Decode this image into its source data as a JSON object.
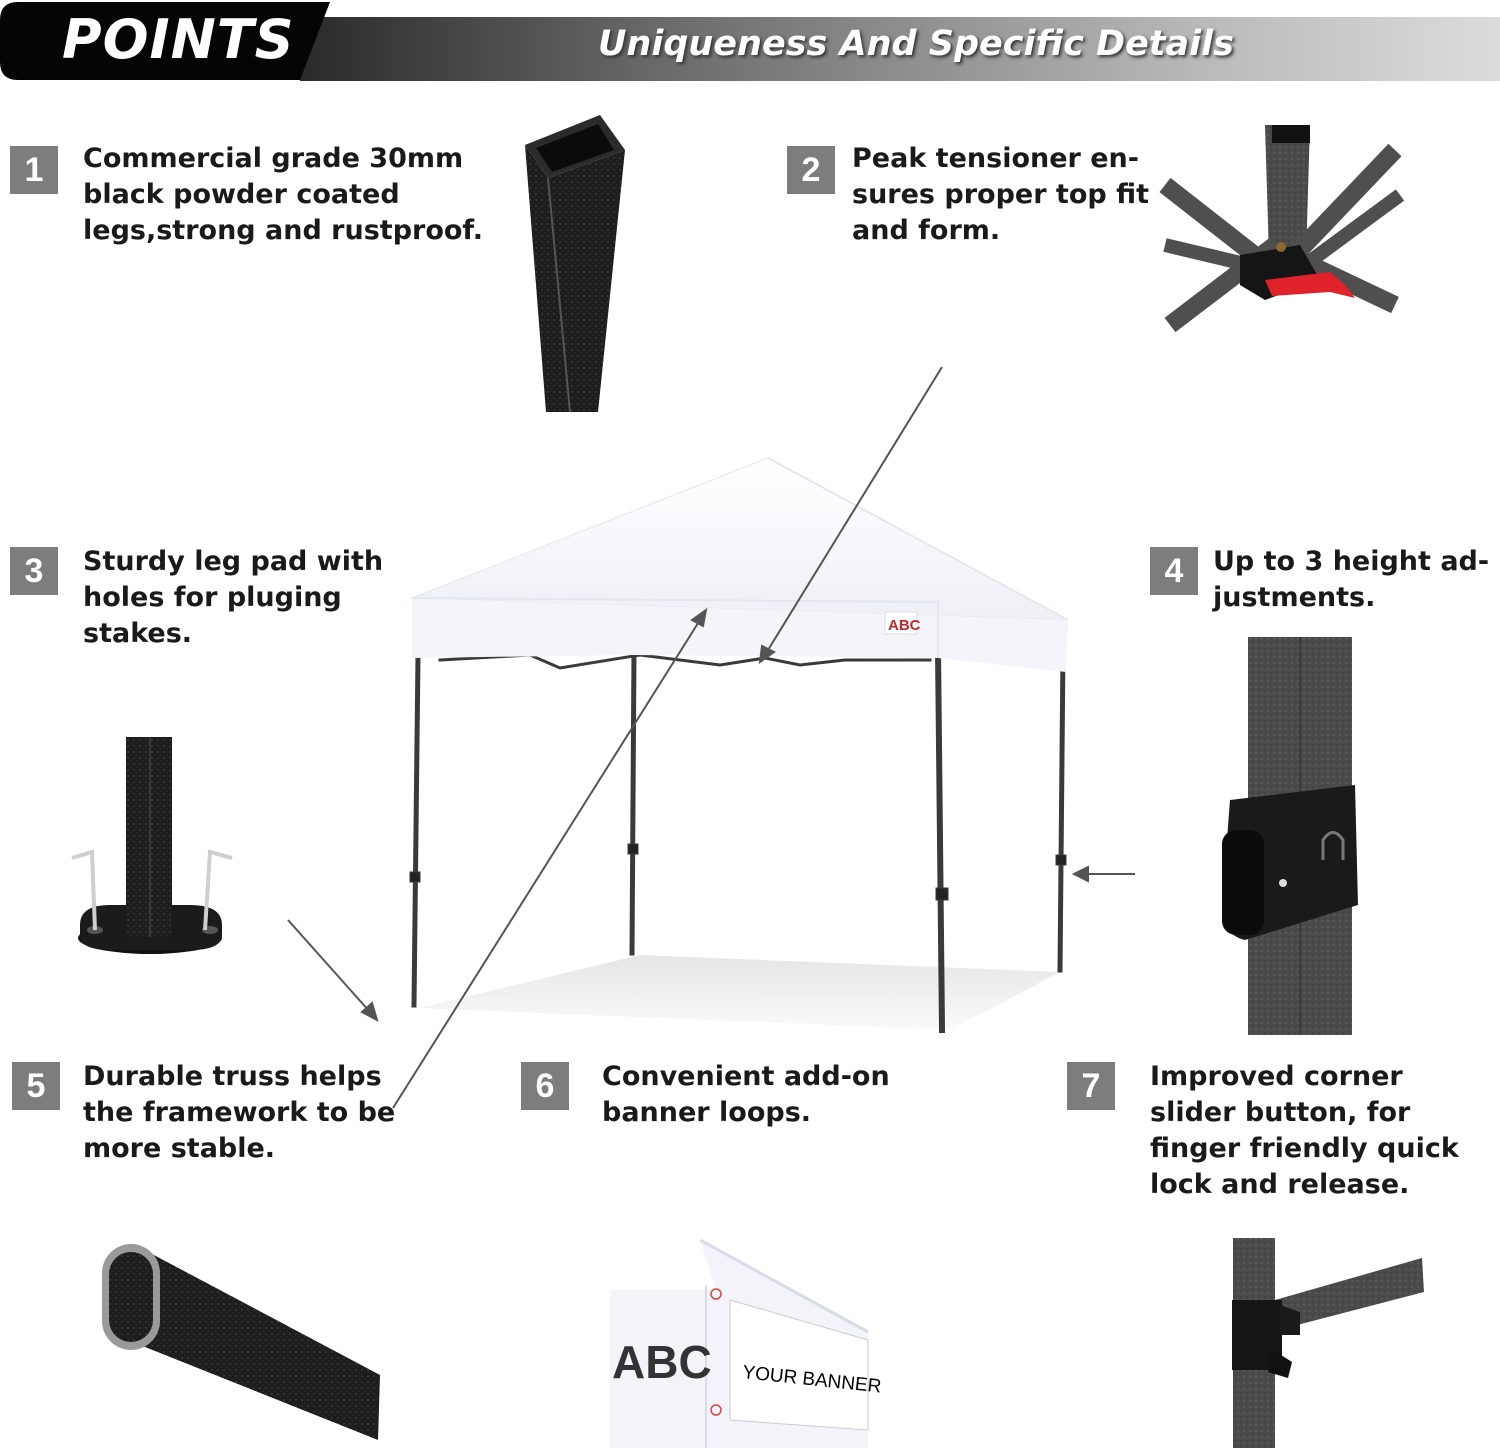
{
  "header": {
    "title": "POINTS",
    "subtitle": "Uniqueness And Specific Details"
  },
  "features": [
    {
      "number": "1",
      "lines": [
        "Commercial grade 30mm",
        "black powder coated",
        "legs,strong and rustproof."
      ]
    },
    {
      "number": "2",
      "lines": [
        "Peak tensioner en-",
        "sures proper top fit",
        "and form."
      ]
    },
    {
      "number": "3",
      "lines": [
        "Sturdy leg pad with",
        "holes for pluging",
        "stakes."
      ]
    },
    {
      "number": "4",
      "lines": [
        "Up to 3 height ad-",
        "justments."
      ]
    },
    {
      "number": "5",
      "lines": [
        "Durable truss helps",
        "the framework to be",
        "more stable."
      ]
    },
    {
      "number": "6",
      "lines": [
        "Convenient add-on",
        "banner loops."
      ]
    },
    {
      "number": "7",
      "lines": [
        "Improved corner",
        "slider button, for",
        "finger friendly quick",
        "lock and release."
      ]
    }
  ],
  "product": {
    "logo_text": "ABC",
    "banner_text": "YOUR BANNER"
  },
  "colors": {
    "canopy": "#f6f7fb",
    "frame": "#3a3a3a",
    "badge": "#7d7d7d",
    "tensioner_lock": "#e0222a"
  }
}
